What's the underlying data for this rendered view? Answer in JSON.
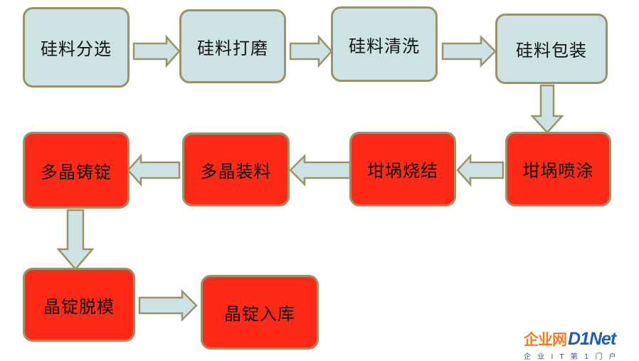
{
  "colors": {
    "upstream_fill": "#cde3e3",
    "downstream_fill": "#fd2a17",
    "border": "#9c9268",
    "arrow_fill": "#cde3e3"
  },
  "steps": [
    {
      "label": "硅料分选"
    },
    {
      "label": "硅料打磨"
    },
    {
      "label": "硅料清洗"
    },
    {
      "label": "硅料包装"
    },
    {
      "label": "坩埚喷涂"
    },
    {
      "label": "坩埚烧结"
    },
    {
      "label": "多晶装料"
    },
    {
      "label": "多晶铸锭"
    },
    {
      "label": "晶锭脱模"
    },
    {
      "label": "晶锭入库"
    }
  ],
  "watermark": {
    "name_cn": "企业网",
    "name_en": "D1Net",
    "slogan": "企 业 I T 第 1 门 户"
  }
}
